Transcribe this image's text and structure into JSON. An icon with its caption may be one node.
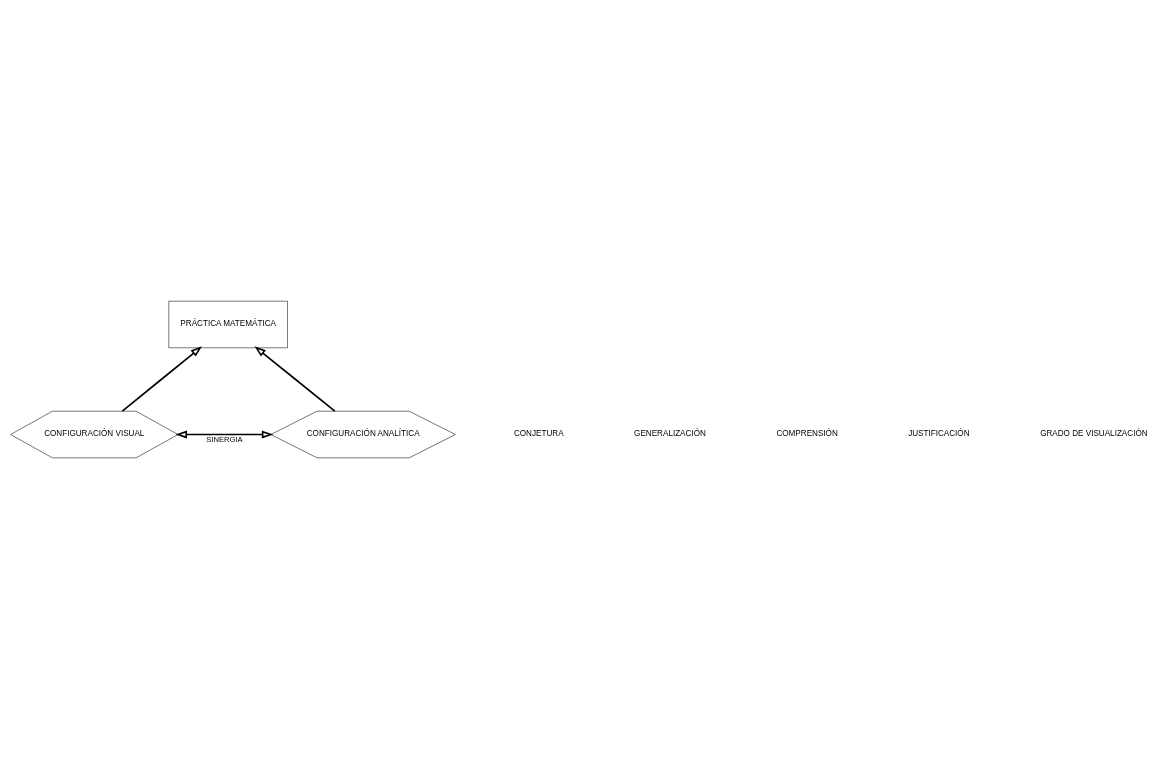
{
  "diagram": {
    "nodes": [
      {
        "text": [
          "PRÁCTICA MATEMÁTICA"
        ]
      },
      {
        "text": [
          "CONFIGURACIÓN VISUAL"
        ]
      },
      {
        "text": [
          "CONFIGURACIÓN ANALÍTICA"
        ]
      }
    ],
    "edges": [
      {
        "from": 1,
        "to": 0,
        "arrow": "to"
      },
      {
        "from": 2,
        "to": 0,
        "arrow": "to"
      },
      {
        "from": 1,
        "to": 2,
        "label": "SINERGIA",
        "arrow": "both"
      }
    ],
    "labels": [
      "CONJETURA",
      "GENERALIZACIÓN",
      "COMPRENSIÓN",
      "JUSTIFICACIÓN",
      "GRADO DE VISUALIZACIÓN"
    ]
  }
}
